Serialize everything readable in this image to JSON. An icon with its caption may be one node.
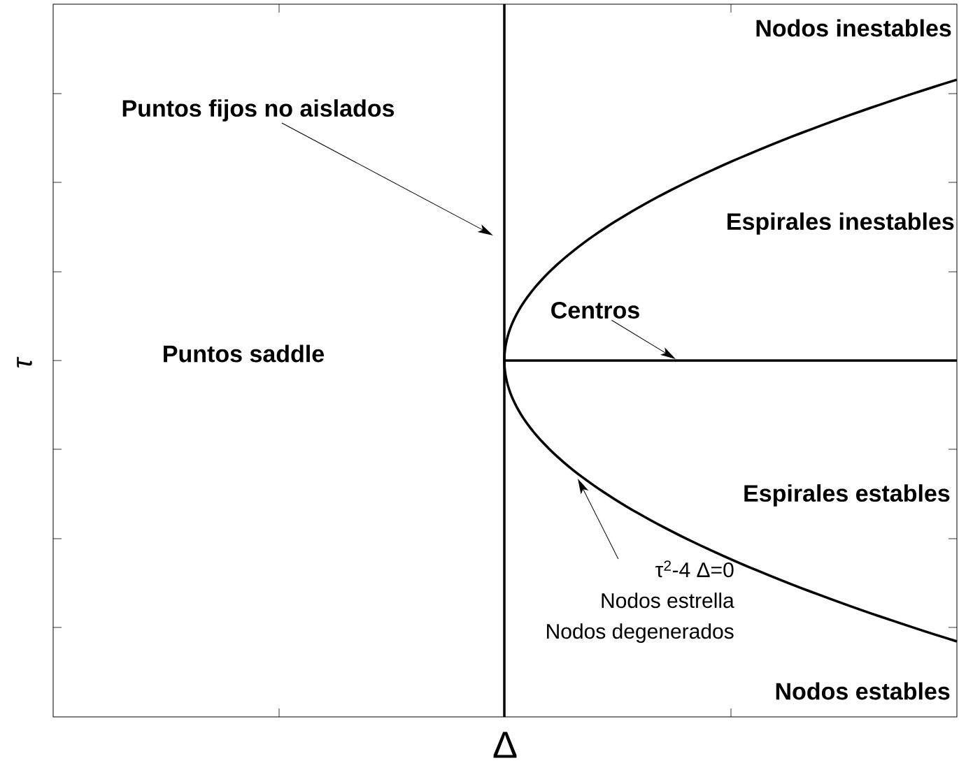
{
  "diagram": {
    "nodes": [
      {
        "text": [
          "Puntos fijos no aislados"
        ]
      },
      {
        "text": [
          "Centros"
        ]
      },
      {
        "text": [
          "τ$^{2}$-4 Δ=0",
          "Nodos estrella",
          "Nodos degenerados"
        ]
      }
    ],
    "edges": [
      {
        "from": 0,
        "to": null,
        "arrow": "to"
      },
      {
        "from": 1,
        "to": null,
        "arrow": "to"
      },
      {
        "from": 2,
        "to": null,
        "arrow": "to"
      }
    ],
    "labels": [
      "Nodos inestables",
      "Espirales inestables",
      "Puntos saddle",
      "Espirales estables",
      "Nodos estables",
      "τ",
      "Δ"
    ]
  }
}
